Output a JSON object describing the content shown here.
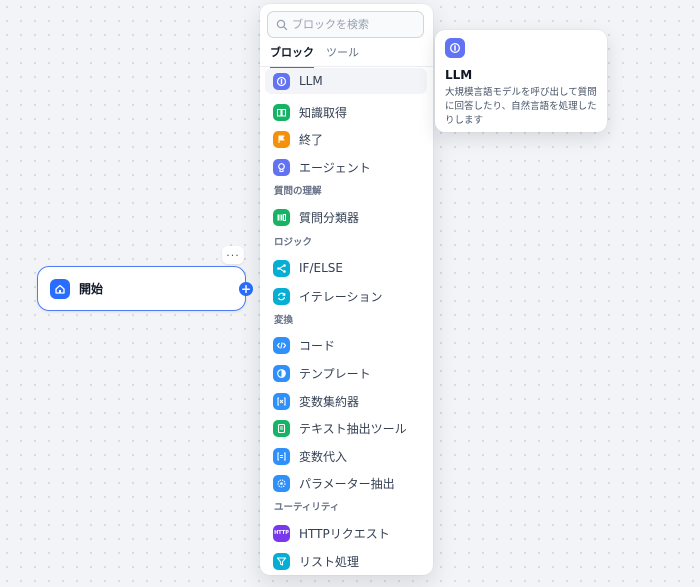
{
  "canvas": {
    "start_node": {
      "title": "開始",
      "icon": "home-icon",
      "color": "#296dff"
    },
    "more_label": "···",
    "add_label": "+"
  },
  "panel": {
    "search": {
      "placeholder": "ブロックを検索",
      "value": ""
    },
    "tabs": [
      {
        "label": "ブロック",
        "active": true
      },
      {
        "label": "ツール",
        "active": false
      }
    ],
    "items": [
      {
        "label": "LLM",
        "icon": "llm-icon",
        "color": "#6172f3"
      },
      {
        "label": "知識取得",
        "icon": "book-icon",
        "color": "#16b364"
      },
      {
        "label": "終了",
        "icon": "end-icon",
        "color": "#f79009"
      },
      {
        "label": "エージェント",
        "icon": "agent-icon",
        "color": "#6172f3"
      },
      {
        "label": "質問分類器",
        "icon": "classifier-icon",
        "color": "#16b364"
      },
      {
        "label": "IF/ELSE",
        "icon": "branch-icon",
        "color": "#06aed4"
      },
      {
        "label": "イテレーション",
        "icon": "loop-icon",
        "color": "#06aed4"
      },
      {
        "label": "コード",
        "icon": "code-icon",
        "color": "#2e90fa"
      },
      {
        "label": "テンプレート",
        "icon": "template-icon",
        "color": "#2e90fa"
      },
      {
        "label": "変数集約器",
        "icon": "variable-aggregator-icon",
        "color": "#2e90fa"
      },
      {
        "label": "テキスト抽出ツール",
        "icon": "doc-extract-icon",
        "color": "#16b364"
      },
      {
        "label": "変数代入",
        "icon": "assign-icon",
        "color": "#2e90fa"
      },
      {
        "label": "パラメーター抽出",
        "icon": "parameter-icon",
        "color": "#2e90fa"
      },
      {
        "label": "HTTPリクエスト",
        "icon": "http-icon",
        "color": "#7839ee"
      },
      {
        "label": "リスト処理",
        "icon": "list-filter-icon",
        "color": "#06aed4"
      }
    ],
    "sections": [
      "質問の理解",
      "ロジック",
      "変換",
      "ユーティリティ"
    ],
    "http_badge": "HTTP"
  },
  "tooltip": {
    "title": "LLM",
    "description": "大規模言語モデルを呼び出して質問に回答したり、自然言語を処理したりします",
    "icon": "llm-icon"
  }
}
